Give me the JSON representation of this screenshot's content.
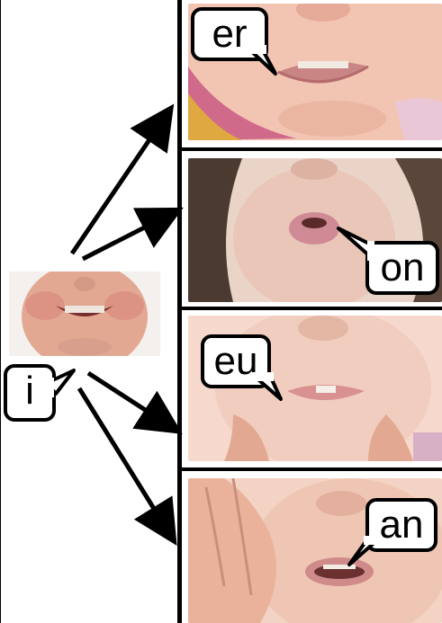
{
  "source": {
    "label": "i",
    "image": "smiling-child-face-photo"
  },
  "targets": [
    {
      "label": "er",
      "image": "smiling-mouth-closeup-photo"
    },
    {
      "label": "on",
      "image": "rounded-lips-mouth-photo"
    },
    {
      "label": "eu",
      "image": "pursed-lips-mouth-photo"
    },
    {
      "label": "an",
      "image": "open-mouth-hand-cheek-photo"
    }
  ],
  "colors": {
    "line": "#000000",
    "skin": "#e8b4a0",
    "lips": "#d98c8c",
    "background": "#ffffff"
  }
}
